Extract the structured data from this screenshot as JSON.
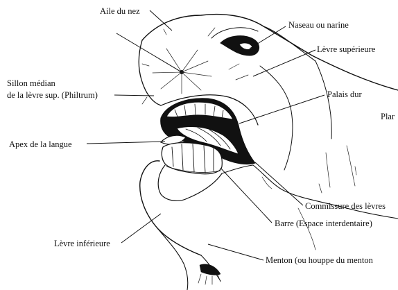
{
  "labels": {
    "aile_du_nez": "Aile du nez",
    "naseau": "Naseau ou narine",
    "levre_superieure": "Lèvre supérieure",
    "sillon_line1": "Sillon médian",
    "sillon_line2": "de la lèvre sup. (Philtrum)",
    "palais_dur": "Palais dur",
    "plan": "Plar",
    "apex_langue": "Apex de la langue",
    "commissure": "Commissure des lèvres",
    "barre": "Barre (Espace interdentaire)",
    "levre_inferieure": "Lèvre inférieure",
    "menton": "Menton (ou houppe du menton"
  }
}
